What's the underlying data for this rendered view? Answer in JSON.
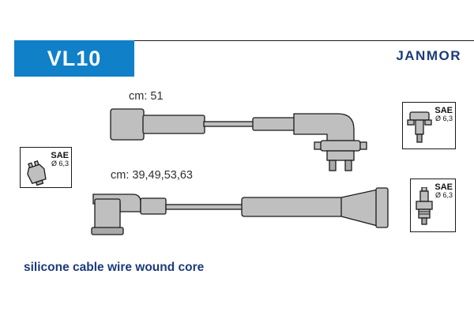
{
  "header": {
    "part_number": "VL10",
    "brand": "JANMOR"
  },
  "labels": {
    "cable1_length": "cm: 51",
    "cable2_length": "cm: 39,49,53,63"
  },
  "sae_boxes": {
    "left": {
      "standard": "SAE",
      "size": "Ø 6,3",
      "icon": "distributor-cap-terminal"
    },
    "top_right": {
      "standard": "SAE",
      "size": "Ø 6,3",
      "icon": "terminal-connector"
    },
    "bottom_right": {
      "standard": "SAE",
      "size": "Ø 6,3",
      "icon": "spark-plug"
    }
  },
  "footer": {
    "note": "silicone cable wire wound core"
  },
  "colors": {
    "accent_blue": "#1080c8",
    "brand_navy": "#1d3a7c",
    "cable_gray": "#bfbfbf"
  }
}
